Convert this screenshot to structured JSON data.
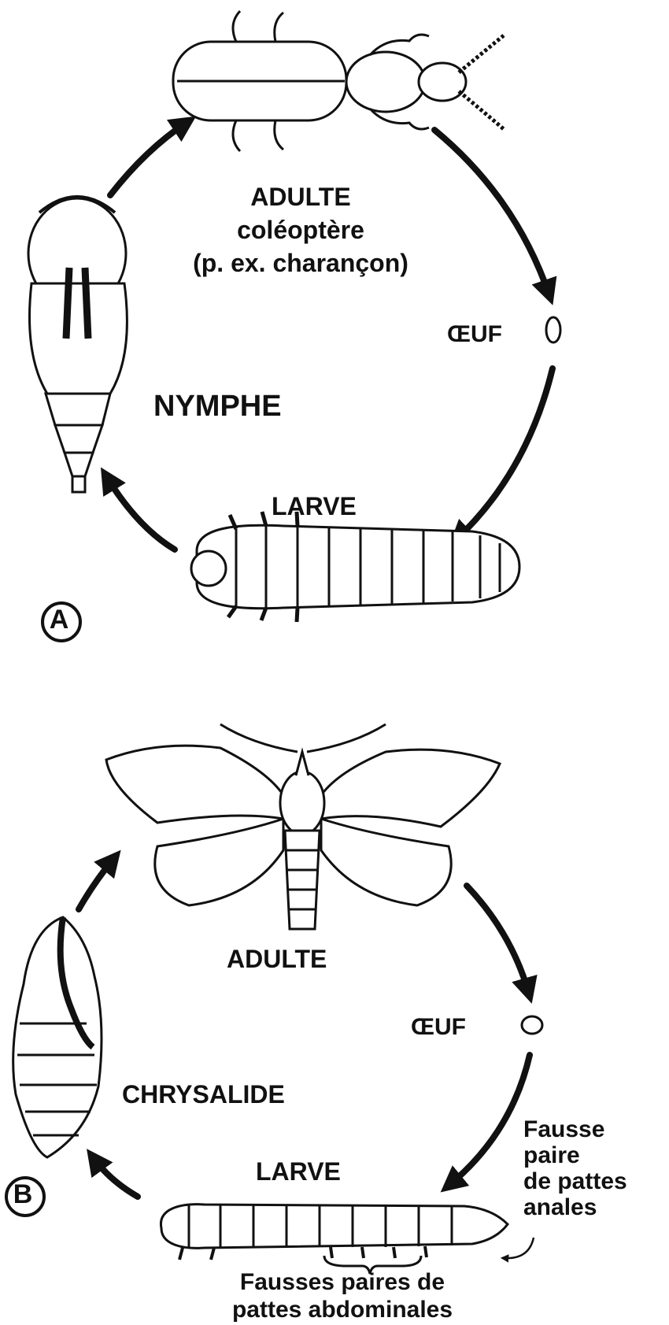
{
  "panel_a": {
    "letter": "A",
    "adult_title": "ADULTE",
    "adult_subtitle": "coléoptère",
    "adult_example": "(p. ex. charançon)",
    "egg": "ŒUF",
    "pupa": "NYMPHE",
    "larva": "LARVE"
  },
  "panel_b": {
    "letter": "B",
    "adult": "ADULTE",
    "egg": "ŒUF",
    "pupa": "CHRYSALIDE",
    "larva": "LARVE",
    "anal_prolegs": [
      "Fausse",
      "paire",
      "de pattes",
      "anales"
    ],
    "abdominal_prolegs": [
      "Fausses paires de",
      "pattes abdominales"
    ]
  },
  "icons": [
    "beetle-adult-icon",
    "beetle-egg-icon",
    "beetle-larva-icon",
    "beetle-pupa-icon",
    "moth-adult-icon",
    "moth-egg-icon",
    "caterpillar-icon",
    "chrysalis-icon"
  ]
}
